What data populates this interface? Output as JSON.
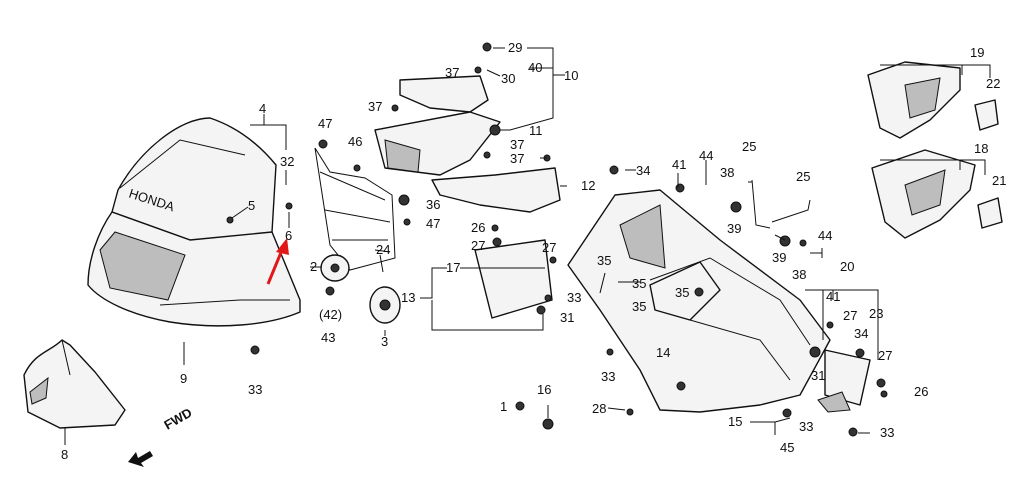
{
  "diagram": {
    "callouts": {
      "n1": "1",
      "n2": "2",
      "n3": "3",
      "n4": "4",
      "n5": "5",
      "n6": "6",
      "n8": "8",
      "n9": "9",
      "n10": "10",
      "n11": "11",
      "n12": "12",
      "n13": "13",
      "n14": "14",
      "n15": "15",
      "n16": "16",
      "n17": "17",
      "n18": "18",
      "n19": "19",
      "n20": "20",
      "n21": "21",
      "n22": "22",
      "n23": "23",
      "n24": "24",
      "n25a": "25",
      "n25b": "25",
      "n26a": "26",
      "n26b": "26",
      "n27a": "27",
      "n27b": "27",
      "n27c": "27",
      "n28": "28",
      "n29": "29",
      "n30": "30",
      "n31a": "31",
      "n31b": "31",
      "n32": "32",
      "n33a": "33",
      "n33b": "33",
      "n33c": "33",
      "n33d": "33",
      "n33e": "33",
      "n34a": "34",
      "n34b": "34",
      "n35a": "35",
      "n35b": "35",
      "n35c": "35",
      "n36": "36",
      "n37a": "37",
      "n37b": "37",
      "n37c": "37",
      "n37d": "37",
      "n38a": "38",
      "n38b": "38",
      "n39a": "39",
      "n39b": "39",
      "n40": "40",
      "n41a": "41",
      "n41b": "41",
      "n42": "(42)",
      "n43": "43",
      "n44a": "44",
      "n44b": "44",
      "n45": "45",
      "n46": "46",
      "n47a": "47",
      "n47b": "47"
    },
    "fwd_label": "FWD",
    "brand_text": "HONDA",
    "arrow_color": "#e01818"
  }
}
